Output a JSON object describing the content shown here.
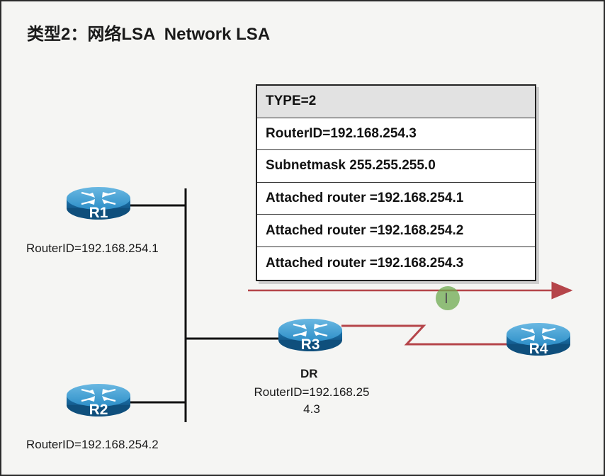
{
  "slide": {
    "title": "类型2：网络LSA  Network LSA"
  },
  "lsa_table": {
    "rows": [
      "TYPE=2",
      "RouterID=192.168.254.3",
      "Subnetmask 255.255.255.0",
      "Attached router =192.168.254.1",
      "Attached router =192.168.254.2",
      "Attached router =192.168.254.3"
    ]
  },
  "routers": {
    "r1": {
      "name": "R1",
      "router_id": "RouterID=192.168.254.1"
    },
    "r2": {
      "name": "R2",
      "router_id": "RouterID=192.168.254.2"
    },
    "r3": {
      "name": "R3",
      "role": "DR",
      "router_id_line1": "RouterID=192.168.25",
      "router_id_line2": "4.3"
    },
    "r4": {
      "name": "R4"
    }
  },
  "colors": {
    "router_body": "#1f7fb8",
    "router_top": "#4fa8d8",
    "link_red": "#b5454a",
    "flood_arrow": "#b5454a",
    "segment_line": "#111111"
  },
  "icons": {
    "router": "router-icon",
    "cursor": "text-cursor-icon"
  }
}
